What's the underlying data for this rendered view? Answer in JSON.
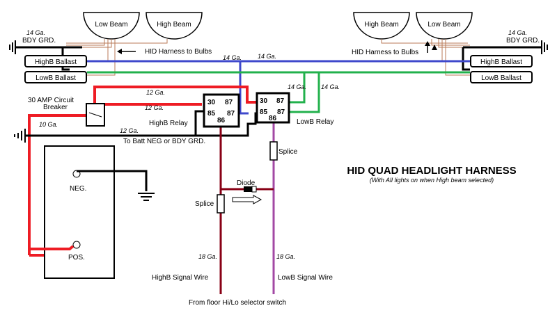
{
  "title": "HID QUAD HEADLIGHT HARNESS",
  "subtitle": "(With All lights on when High beam selected)",
  "colors": {
    "red": "#ee1c24",
    "blue": "#3f48cc",
    "green": "#22b14c",
    "purple": "#a349a4",
    "darkred": "#880015",
    "brown": "#b97a57",
    "black": "#000000"
  },
  "lamps": {
    "left_low": "Low Beam",
    "left_high": "High Beam",
    "right_high": "High Beam",
    "right_low": "Low Beam"
  },
  "ballasts": {
    "left_highb": "HighB Ballast",
    "left_lowb": "LowB Ballast",
    "right_highb": "HighB Ballast",
    "right_lowb": "LowB Ballast"
  },
  "grounds": {
    "left_gauge": "14 Ga.",
    "left_label": "BDY GRD.",
    "right_gauge": "14 Ga.",
    "right_label": "BDY GRD."
  },
  "harness": {
    "left": "HID Harness to Bulbs",
    "right": "HID Harness to Bulbs"
  },
  "relays": {
    "high": {
      "label": "HighB Relay",
      "p30": "30",
      "p87a": "87",
      "p85": "85",
      "p87": "87",
      "p86": "86"
    },
    "low": {
      "label": "LowB Relay",
      "p30": "30",
      "p87a": "87",
      "p85": "85",
      "p87": "87",
      "p86": "86"
    }
  },
  "gauges": {
    "blue_top": "14 Ga.",
    "green_top": "14 Ga.",
    "green_lowb": "14 Ga.",
    "green_right": "14 Ga.",
    "red_top": "12 Ga.",
    "red_mid": "12 Ga.",
    "red_battery": "10 Ga.",
    "ground_wire": "12 Ga.",
    "highb_signal": "18 Ga.",
    "lowb_signal": "18 Ga."
  },
  "breaker": {
    "line1": "30 AMP Circuit",
    "line2": "Breaker"
  },
  "battery": {
    "neg": "NEG.",
    "pos": "POS."
  },
  "ground_label": "To Batt NEG or BDY GRD.",
  "splice_upper": "Splice",
  "splice_lower": "Splice",
  "diode": "Diode",
  "signal_wires": {
    "highb": "HighB Signal Wire",
    "lowb": "LowB Signal Wire",
    "source": "From floor Hi/Lo selector switch"
  }
}
